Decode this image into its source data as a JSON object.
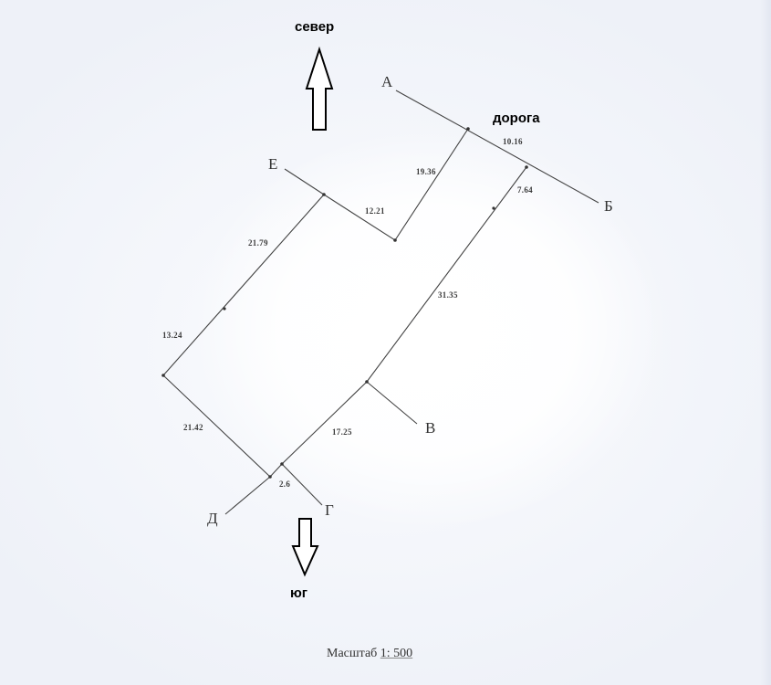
{
  "orientation": {
    "north_label": "север",
    "south_label": "юг",
    "road_label": "дорога"
  },
  "points": {
    "A": "А",
    "B": "Б",
    "V": "В",
    "G": "Г",
    "D": "Д",
    "E": "Е"
  },
  "dimensions": {
    "road_segment": "10.16",
    "a_side": "19.36",
    "b_side_short": "7.64",
    "e_side": "12.21",
    "left_upper": "21.79",
    "left_lower": "13.24",
    "right_long": "31.35",
    "bottom_left": "21.42",
    "bottom_right": "17.25",
    "bottom_short": "2.6"
  },
  "scale": {
    "label": "Масштаб",
    "ratio": "1: 500"
  },
  "colors": {
    "line": "#444444",
    "text": "#000000",
    "paper": "#f4f6fb"
  }
}
